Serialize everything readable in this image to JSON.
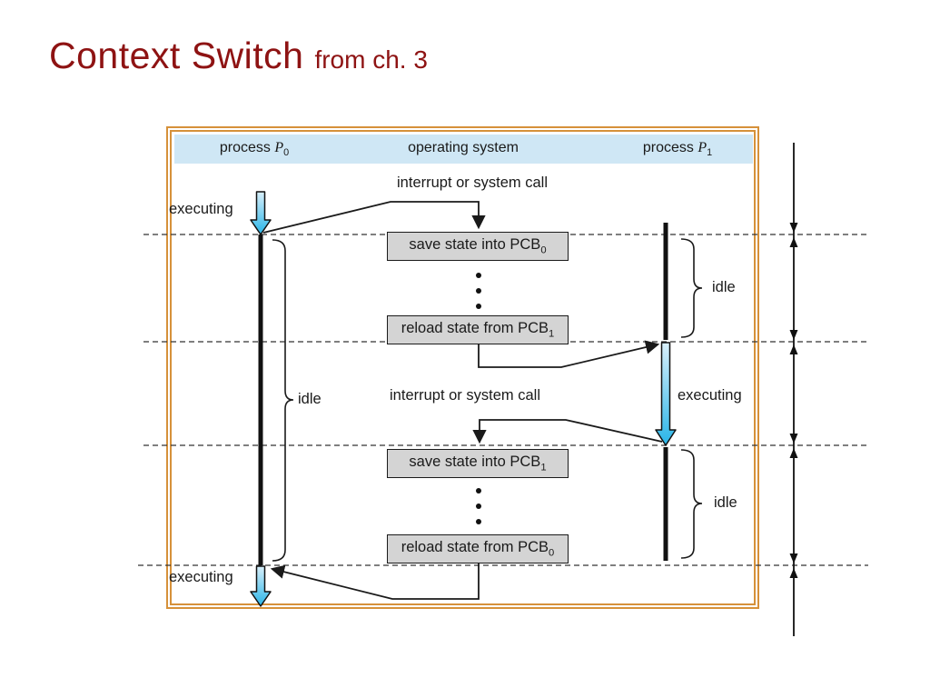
{
  "slide": {
    "title": {
      "main": "Context Switch",
      "suffix": "from ch. 3"
    },
    "title_color": "#8e1313"
  },
  "diagram": {
    "header": {
      "col_left": {
        "text": "process ",
        "var": "P",
        "sub": "0"
      },
      "col_center": {
        "text": "operating system",
        "var": "",
        "sub": ""
      },
      "col_right": {
        "text": "process ",
        "var": "P",
        "sub": "1"
      }
    },
    "boxes": [
      {
        "label": "save state into PCB",
        "sub": "0"
      },
      {
        "label": "reload state from PCB",
        "sub": "1"
      },
      {
        "label": "save state into PCB",
        "sub": "1"
      },
      {
        "label": "reload state from PCB",
        "sub": "0"
      }
    ],
    "labels": {
      "interrupt_top": "interrupt or system call",
      "interrupt_bottom": "interrupt or system call",
      "executing_p0_top": "executing",
      "executing_p0_bottom": "executing",
      "executing_p1": "executing",
      "idle_p0": "idle",
      "idle_p1_top": "idle",
      "idle_p1_bottom": "idle"
    },
    "colors": {
      "frame_border": "#d6913a",
      "header_bg": "#cfe7f5",
      "box_bg": "#d4d4d4",
      "line": "#1a1a1a",
      "arrow_top": "#d8effa",
      "arrow_bottom": "#29b5e8"
    }
  }
}
